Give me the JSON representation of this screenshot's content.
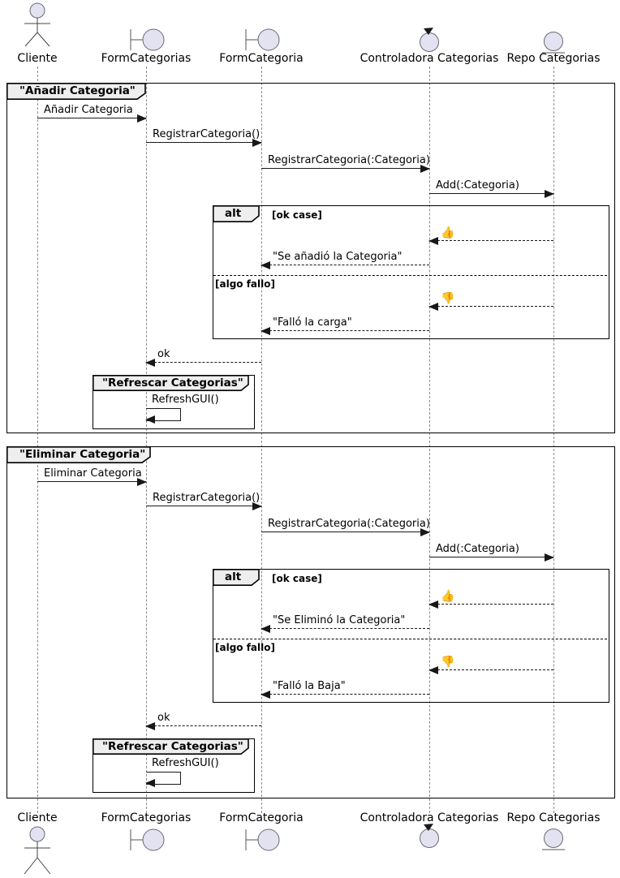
{
  "diagram_type": "uml-sequence-diagram",
  "colors": {
    "participant_fill": "#E2E2F0",
    "participant_border": "#181818",
    "frame_border": "#000000",
    "tab_fill": "#EEEEEE",
    "lifeline": "#8A8A8A",
    "message": "#181818"
  },
  "participants": [
    {
      "name": "Cliente",
      "type": "actor"
    },
    {
      "name": "FormCategorias",
      "type": "boundary"
    },
    {
      "name": "FormCategoria",
      "type": "boundary"
    },
    {
      "name": "Controladora Categorias",
      "type": "control"
    },
    {
      "name": "Repo Categorias",
      "type": "entity"
    }
  ],
  "frames": [
    {
      "title": "\"Añadir Categoria\"",
      "messages": [
        "Añadir Categoria",
        "RegistrarCategoria()",
        "RegistrarCategoria(:Categoria)",
        "Add(:Categoria)"
      ],
      "alt": {
        "keyword": "alt",
        "guard_ok": "[ok case]",
        "thumbs_up": "👍",
        "reply_ok": "\"Se añadió la Categoria\"",
        "guard_fail": "[algo fallo]",
        "thumbs_down": "👎",
        "reply_fail": "\"Falló la carga\""
      },
      "return_ok": "ok",
      "group": {
        "title": "\"Refrescar Categorias\"",
        "self_message": "RefreshGUI()"
      }
    },
    {
      "title": "\"Eliminar Categoria\"",
      "messages": [
        "Eliminar Categoria",
        "RegistrarCategoria()",
        "RegistrarCategoria(:Categoria)",
        "Add(:Categoria)"
      ],
      "alt": {
        "keyword": "alt",
        "guard_ok": "[ok case]",
        "thumbs_up": "👍",
        "reply_ok": "\"Se Eliminó la Categoria\"",
        "guard_fail": "[algo fallo]",
        "thumbs_down": "👎",
        "reply_fail": "\"Falló la Baja\""
      },
      "return_ok": "ok",
      "group": {
        "title": "\"Refrescar Categorias\"",
        "self_message": "RefreshGUI()"
      }
    }
  ]
}
